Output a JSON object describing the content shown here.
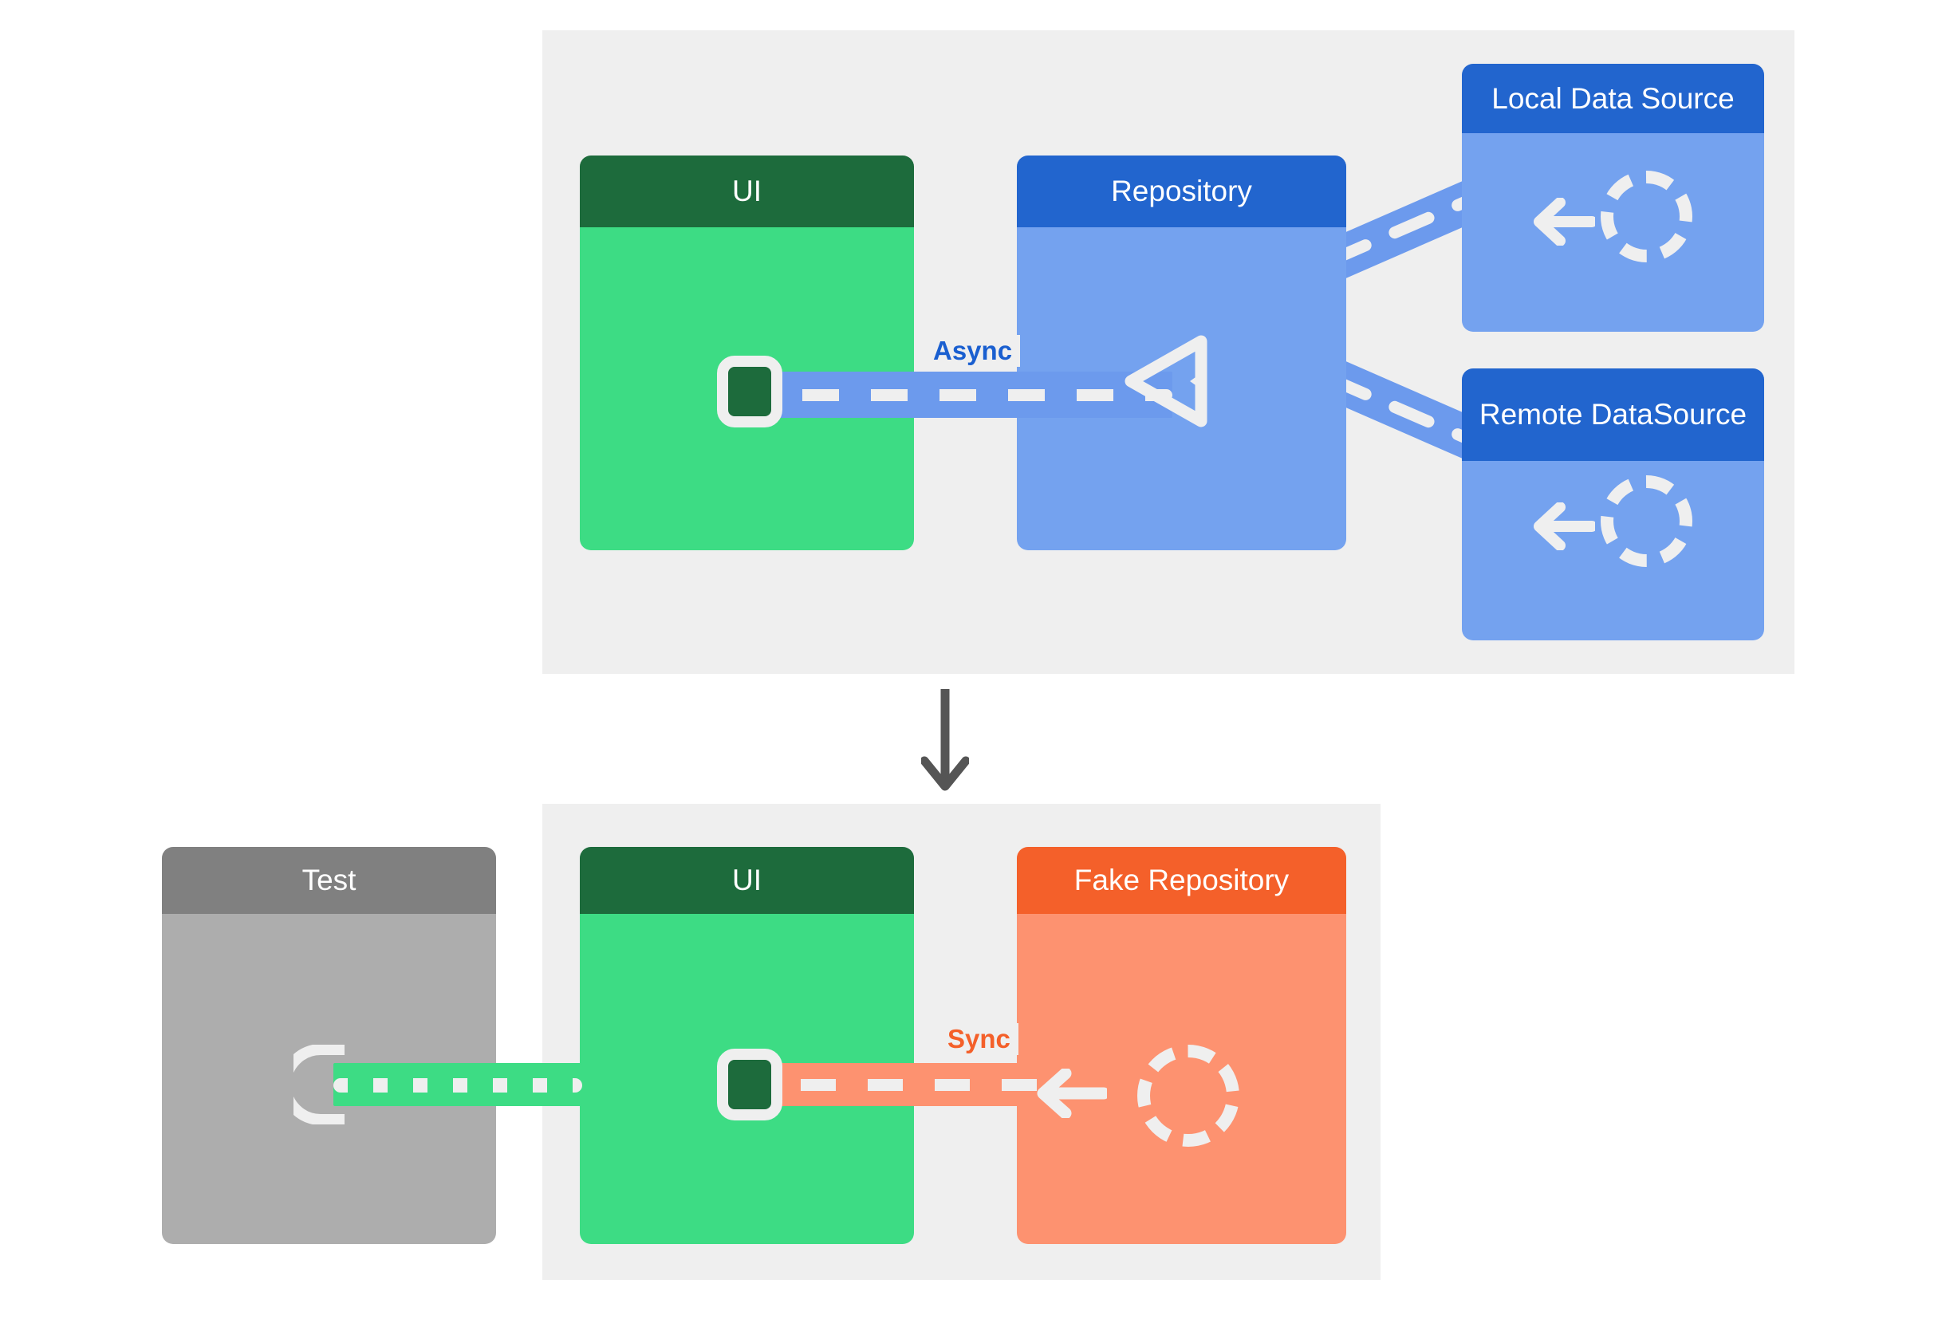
{
  "diagram": {
    "title": "Async repository vs Fake repository test setup",
    "background": "#ffffff",
    "panel_color": "#efefef"
  },
  "colors": {
    "green_header": "#1d6b3c",
    "green_body": "#3ddc84",
    "blue_header": "#2265ce",
    "blue_body": "#74a2ef",
    "orange_header": "#f4602a",
    "orange_body": "#fd9270",
    "grey_header": "#808080",
    "grey_body": "#adadad",
    "async_label": "#1a5fd0",
    "sync_label": "#f4602a",
    "arrow": "#555555",
    "dash": "#efefef"
  },
  "top_panel": {
    "name": "production-architecture",
    "cards": [
      {
        "id": "ui",
        "title": "UI",
        "theme": "green"
      },
      {
        "id": "repository",
        "title": "Repository",
        "theme": "blue"
      },
      {
        "id": "local_data_source",
        "title": "Local Data Source",
        "theme": "blue"
      },
      {
        "id": "remote_data_source",
        "title": "Remote Data\nSource",
        "theme": "blue"
      }
    ],
    "edge_label": "Async",
    "icons": [
      "rounded-square-icon",
      "play-triangle-icon",
      "left-arrow-icon",
      "dashed-circle-icon"
    ]
  },
  "flow_arrow": {
    "name": "down-arrow",
    "direction": "down",
    "color": "#555555"
  },
  "bottom_panel": {
    "name": "test-architecture",
    "cards": [
      {
        "id": "test",
        "title": "Test",
        "theme": "grey"
      },
      {
        "id": "ui",
        "title": "UI",
        "theme": "green"
      },
      {
        "id": "fake_repository",
        "title": "Fake Repository",
        "theme": "orange"
      }
    ],
    "edge_label": "Sync",
    "icons": [
      "socket-icon",
      "rounded-square-icon",
      "left-arrow-icon",
      "dashed-circle-icon"
    ]
  },
  "labels": {
    "ui_top": "UI",
    "repository": "Repository",
    "local_data_source": "Local Data Source",
    "remote_data_source_line1": "Remote Data",
    "remote_data_source_line2": "Source",
    "async": "Async",
    "test": "Test",
    "ui_bottom": "UI",
    "fake_repository": "Fake Repository",
    "sync": "Sync"
  }
}
